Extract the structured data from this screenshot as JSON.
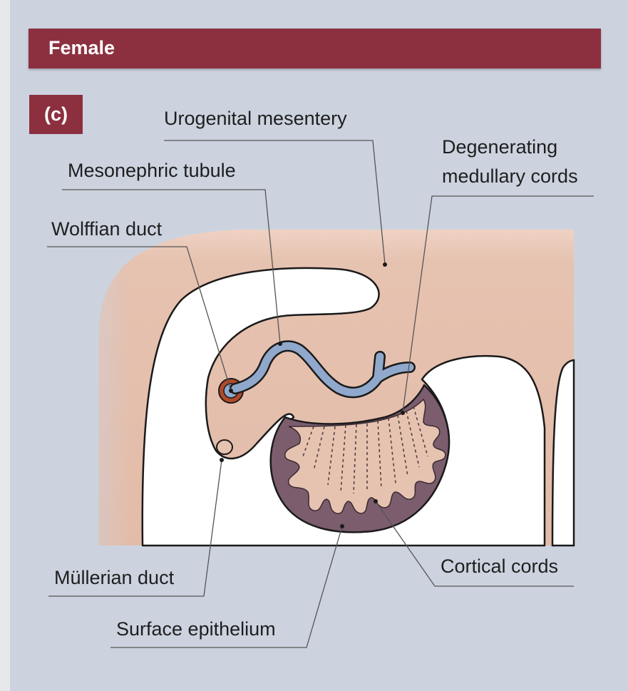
{
  "header": {
    "title": "Female"
  },
  "panel": {
    "letter": "(c)"
  },
  "labels": {
    "urogenital_mesentery": "Urogenital mesentery",
    "degenerating_line1": "Degenerating",
    "degenerating_line2": "medullary cords",
    "mesonephric_tubule": "Mesonephric tubule",
    "wolffian_duct": "Wolffian duct",
    "mullerian_duct": "Müllerian duct",
    "cortical_cords": "Cortical cords",
    "surface_epithelium": "Surface epithelium"
  },
  "colors": {
    "header_bg": "#8c3040",
    "page_bg": "#ccd3df",
    "tissue": "#e6c2b0",
    "gonad": "#7b5d6e",
    "tubule": "#8fa8cc",
    "cavity": "#ffffff"
  }
}
